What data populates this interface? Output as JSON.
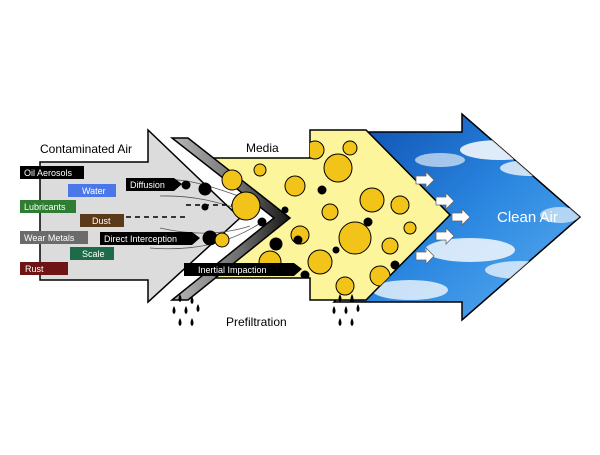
{
  "labels": {
    "contaminated_air": "Contaminated Air",
    "media": "Media",
    "prefiltration": "Prefiltration",
    "clean_air": "Clean Air"
  },
  "contaminants": [
    {
      "label": "Oil Aerosols",
      "color": "#000000"
    },
    {
      "label": "Water",
      "color": "#4a78e8"
    },
    {
      "label": "Lubricants",
      "color": "#2e7d32"
    },
    {
      "label": "Dust",
      "color": "#5b3a1a"
    },
    {
      "label": "Wear Metals",
      "color": "#6b6b6b"
    },
    {
      "label": "Scale",
      "color": "#1e6b4a"
    },
    {
      "label": "Rust",
      "color": "#6e1414"
    }
  ],
  "mechanisms": [
    {
      "label": "Diffusion"
    },
    {
      "label": "Direct Interception"
    },
    {
      "label": "Inertial Impaction"
    }
  ],
  "colors": {
    "media_fill": "#fdf59c",
    "particle_fill": "#f2c318",
    "sky": "#1e78d6",
    "dark_band": "#111111"
  }
}
